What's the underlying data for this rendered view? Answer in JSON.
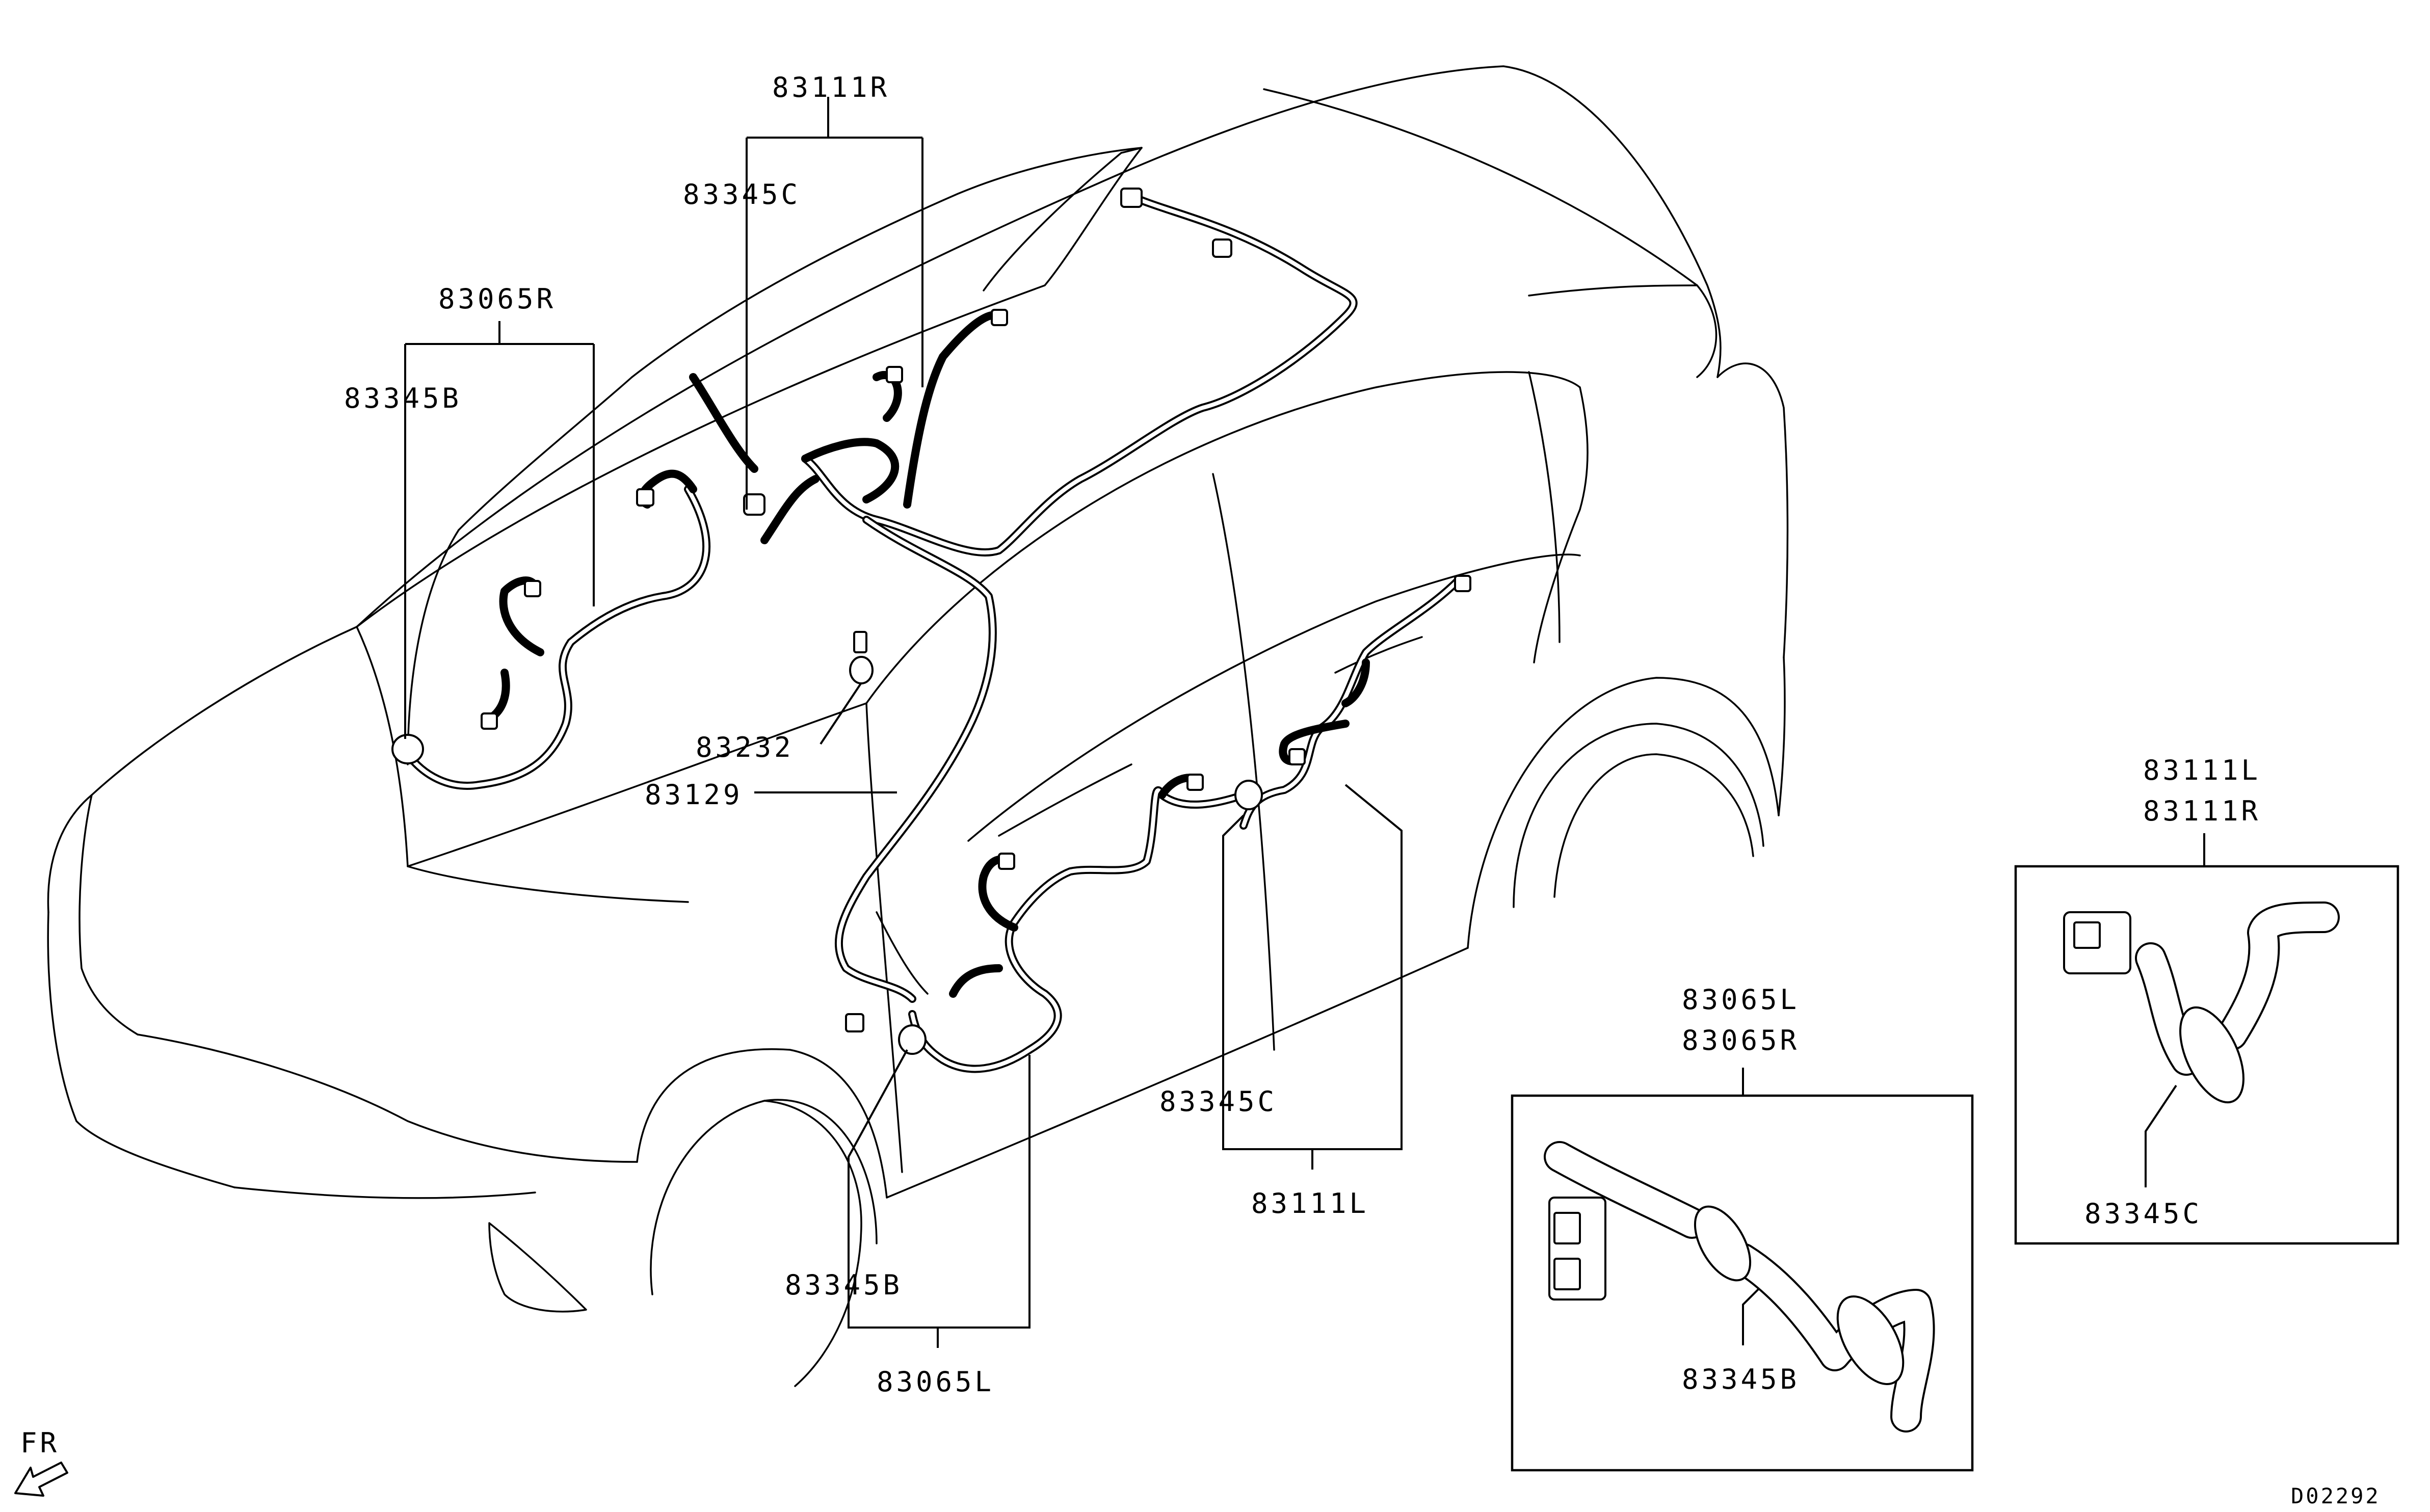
{
  "labels": {
    "r83111r_top": "83111R",
    "r83345c_top": "83345C",
    "r83065r_left": "83065R",
    "r83345b_left": "83345B",
    "r83232": "83232",
    "r83129": "83129",
    "r83345c_mid": "83345C",
    "r83111l_mid": "83111L",
    "r83345b_bottom": "83345B",
    "r83065l_bottom": "83065L",
    "box1_line1": "83065L",
    "box1_line2": "83065R",
    "box1_part": "83345B",
    "box2_line1": "83111L",
    "box2_line2": "83111R",
    "box2_part": "83345C",
    "fr": "FR",
    "code": "D02292"
  },
  "icons": {
    "front_arrow": "front-direction-arrow-icon"
  },
  "colors": {
    "line": "#000000",
    "background": "#ffffff"
  }
}
